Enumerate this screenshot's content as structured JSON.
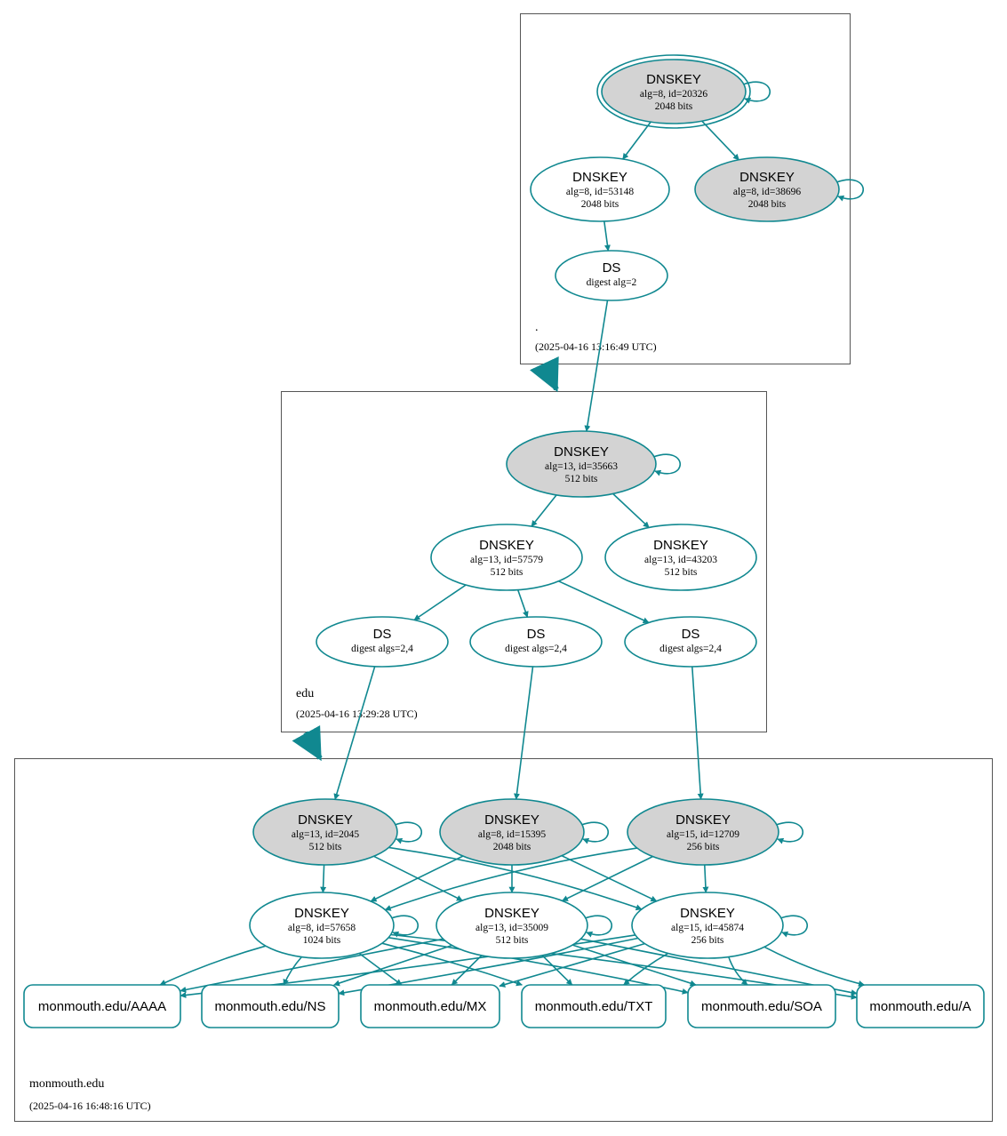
{
  "colors": {
    "edge": "#108890",
    "secure_key_fill": "#d3d3d3",
    "node_fill": "#ffffff"
  },
  "zones": [
    {
      "name": ".",
      "timestamp": "(2025-04-16 13:16:49 UTC)"
    },
    {
      "name": "edu",
      "timestamp": "(2025-04-16 13:29:28 UTC)"
    },
    {
      "name": "monmouth.edu",
      "timestamp": "(2025-04-16 16:48:16 UTC)"
    }
  ],
  "nodes": {
    "root_ksk": {
      "type": "DNSKEY",
      "lines": [
        "alg=8, id=20326",
        "2048 bits"
      ]
    },
    "root_zsk": {
      "type": "DNSKEY",
      "lines": [
        "alg=8, id=53148",
        "2048 bits"
      ]
    },
    "root_k2": {
      "type": "DNSKEY",
      "lines": [
        "alg=8, id=38696",
        "2048 bits"
      ]
    },
    "root_ds": {
      "type": "DS",
      "lines": [
        "digest alg=2"
      ]
    },
    "edu_ksk": {
      "type": "DNSKEY",
      "lines": [
        "alg=13, id=35663",
        "512 bits"
      ]
    },
    "edu_zsk": {
      "type": "DNSKEY",
      "lines": [
        "alg=13, id=57579",
        "512 bits"
      ]
    },
    "edu_k2": {
      "type": "DNSKEY",
      "lines": [
        "alg=13, id=43203",
        "512 bits"
      ]
    },
    "edu_ds1": {
      "type": "DS",
      "lines": [
        "digest algs=2,4"
      ]
    },
    "edu_ds2": {
      "type": "DS",
      "lines": [
        "digest algs=2,4"
      ]
    },
    "edu_ds3": {
      "type": "DS",
      "lines": [
        "digest algs=2,4"
      ]
    },
    "mm_ksk1": {
      "type": "DNSKEY",
      "lines": [
        "alg=13, id=2045",
        "512 bits"
      ]
    },
    "mm_ksk2": {
      "type": "DNSKEY",
      "lines": [
        "alg=8, id=15395",
        "2048 bits"
      ]
    },
    "mm_ksk3": {
      "type": "DNSKEY",
      "lines": [
        "alg=15, id=12709",
        "256 bits"
      ]
    },
    "mm_zsk1": {
      "type": "DNSKEY",
      "lines": [
        "alg=8, id=57658",
        "1024 bits"
      ]
    },
    "mm_zsk2": {
      "type": "DNSKEY",
      "lines": [
        "alg=13, id=35009",
        "512 bits"
      ]
    },
    "mm_zsk3": {
      "type": "DNSKEY",
      "lines": [
        "alg=15, id=45874",
        "256 bits"
      ]
    }
  },
  "rrsets": [
    "monmouth.edu/AAAA",
    "monmouth.edu/NS",
    "monmouth.edu/MX",
    "monmouth.edu/TXT",
    "monmouth.edu/SOA",
    "monmouth.edu/A"
  ]
}
